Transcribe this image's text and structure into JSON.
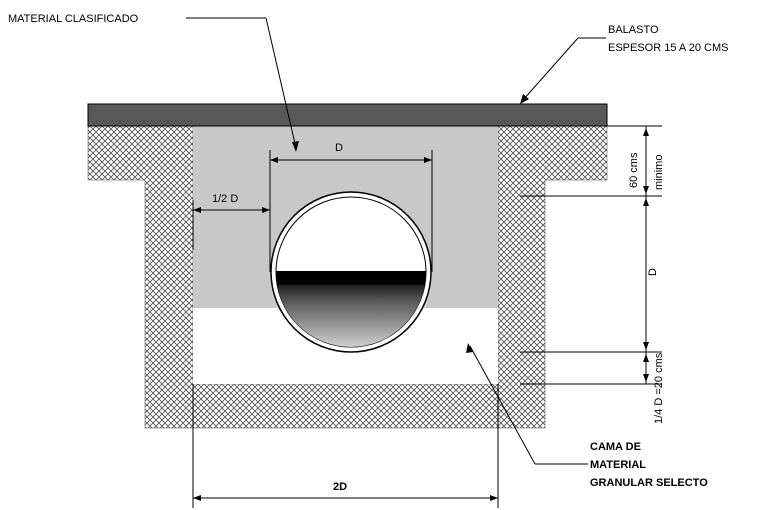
{
  "labels": {
    "material_clasificado": "MATERIAL CLASIFICADO",
    "balasto_1": "BALASTO",
    "balasto_2": "ESPESOR 15 A 20 CMS",
    "dim_d_top": "D",
    "dim_half_d": "1/2 D",
    "dim_60": "60 cms",
    "dim_minimo": "minimo",
    "dim_d_right": "D",
    "dim_quarter": "1/4 D =20 cms",
    "cama_1": "CAMA DE",
    "cama_2": "MATERIAL",
    "cama_3": "GRANULAR SELECTO",
    "dim_2d": "2D"
  },
  "colors": {
    "ballast": "#595959",
    "fill_material": "#c8c8c8",
    "bedding": "#ffffff",
    "soil": "#8c8c8c"
  }
}
